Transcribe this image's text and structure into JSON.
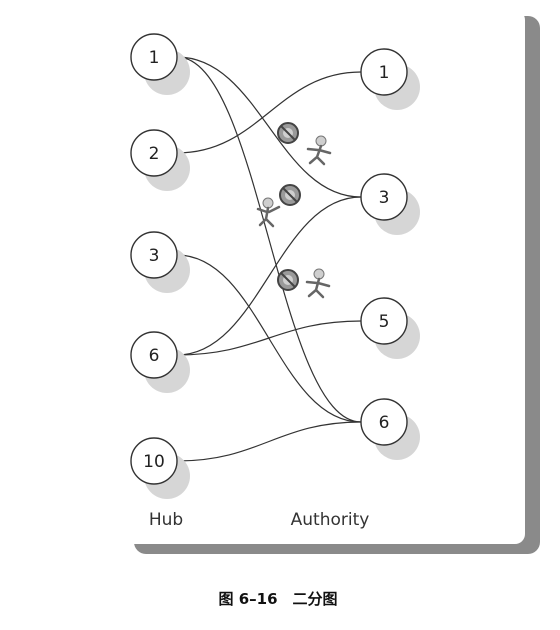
{
  "diagram": {
    "hub_label": "Hub",
    "authority_label": "Authority",
    "hubs": [
      {
        "id": "h1",
        "label": "1"
      },
      {
        "id": "h2",
        "label": "2"
      },
      {
        "id": "h3",
        "label": "3"
      },
      {
        "id": "h6",
        "label": "6"
      },
      {
        "id": "h10",
        "label": "10"
      }
    ],
    "authorities": [
      {
        "id": "a1",
        "label": "1"
      },
      {
        "id": "a3",
        "label": "3"
      },
      {
        "id": "a5",
        "label": "5"
      },
      {
        "id": "a6",
        "label": "6"
      }
    ],
    "edges": [
      {
        "from": "h1",
        "to": "a3"
      },
      {
        "from": "h1",
        "to": "a6"
      },
      {
        "from": "h2",
        "to": "a1"
      },
      {
        "from": "h3",
        "to": "a6"
      },
      {
        "from": "h6",
        "to": "a3"
      },
      {
        "from": "h6",
        "to": "a5"
      },
      {
        "from": "h10",
        "to": "a6"
      }
    ]
  },
  "caption": "图 6–16　二分图",
  "colors": {
    "panel_shadow": "#8a8a8a",
    "node_shadow": "#d6d6d6",
    "node_stroke": "#333333",
    "edge": "#333333"
  }
}
